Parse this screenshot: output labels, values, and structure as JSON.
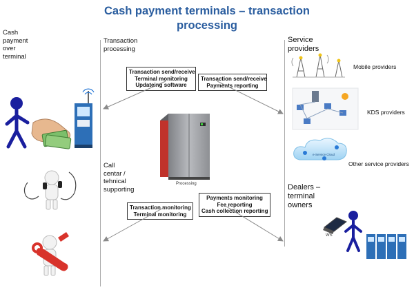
{
  "title": {
    "line1": "Cash payment terminals – transaction",
    "line2": "processing"
  },
  "left_actor": {
    "label_lines": [
      "Cash",
      "payment",
      "over",
      "terminal"
    ]
  },
  "columns": {
    "transaction_processing": [
      "Transaction",
      "processing"
    ],
    "call_center": [
      "Call",
      "centar /",
      "tehnical",
      "supporting"
    ],
    "service_providers": [
      "Service",
      "providers"
    ],
    "dealers": [
      "Dealers –",
      "terminal",
      "owners"
    ]
  },
  "boxes": {
    "top_left": [
      "Transaction send/receive",
      "Terminal monitoring",
      "Updateing software"
    ],
    "top_right": [
      "Transaction send/receive",
      "Payments reporting"
    ],
    "bottom_left": [
      "Transaction monitoring",
      "Terminal monitoring"
    ],
    "bottom_right": [
      "Payments monitoring",
      "Fee reporting",
      "Cash collection reporting"
    ]
  },
  "server": {
    "caption": "Processing"
  },
  "providers": {
    "mobile": "Mobile providers",
    "kds": "KDS providers",
    "other": "Other service providers",
    "cloud_text": "e-Service Cloud"
  },
  "dealer": {
    "ws_label": "WS"
  },
  "icons": [
    "person-icon",
    "terminal-kiosk-icon",
    "money-hand-icon",
    "phone-figure-icon",
    "repair-figure-icon",
    "server-icon",
    "cell-tower-icon",
    "network-icon",
    "cloud-icon",
    "laptop-icon",
    "terminal-row-icon"
  ],
  "colors": {
    "title": "#2a5d9f",
    "figure_blue": "#1a1f9e",
    "server_red": "#c0322b",
    "line_gray": "#a9a9a9"
  }
}
